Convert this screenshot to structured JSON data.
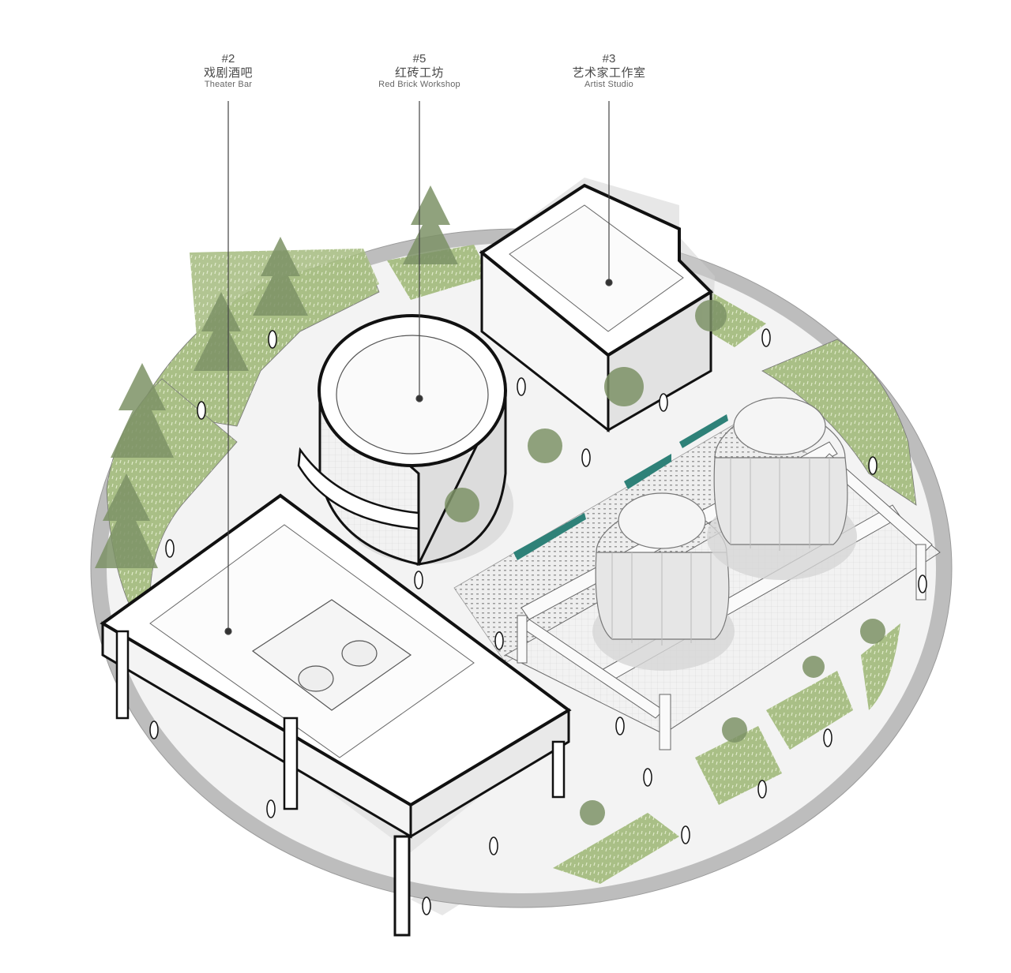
{
  "diagram": {
    "type": "isometric-architectural-site-plan",
    "colors": {
      "background": "#ffffff",
      "ring": "#bdbdbd",
      "ground": "#f1f1f1",
      "lawn": "#a9bf86",
      "lawn_dark": "#8fa86e",
      "tree": "#7d9266",
      "outline": "#111111",
      "building": "#ffffff",
      "shadow": "#cfcfcf",
      "glass": "#e4e4e4",
      "water": "#2e8178",
      "leader": "#444444"
    },
    "labels": [
      {
        "id": "theater-bar",
        "number": "#2",
        "name_zh": "戏剧酒吧",
        "name_en": "Theater Bar"
      },
      {
        "id": "red-brick-workshop",
        "number": "#5",
        "name_zh": "红砖工坊",
        "name_en": "Red Brick Workshop"
      },
      {
        "id": "artist-studio",
        "number": "#3",
        "name_zh": "艺术家工作室",
        "name_en": "Artist Studio"
      }
    ]
  }
}
